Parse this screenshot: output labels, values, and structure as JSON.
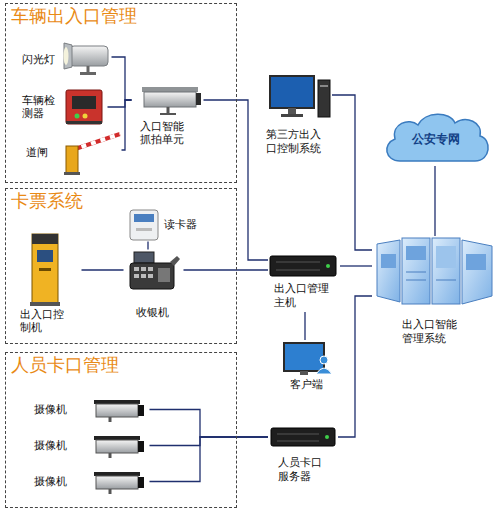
{
  "diagram": {
    "nodes": [
      {
        "text": [
          "车辆出入口管理"
        ]
      },
      {
        "text": [
          "闪光灯"
        ],
        "in": 0
      },
      {
        "text": [
          "车辆检测器"
        ],
        "in": 0
      },
      {
        "text": [
          "道闸"
        ],
        "in": 0
      },
      {
        "text": [
          "入口智能抓拍单元"
        ],
        "in": 0
      },
      {
        "text": [
          "第三方出入口控制系统"
        ]
      },
      {
        "text": [
          "公安专网"
        ]
      },
      {
        "text": [
          "卡票系统"
        ]
      },
      {
        "text": [
          "读卡器"
        ],
        "in": 7
      },
      {
        "text": [
          "出入口控制机"
        ],
        "in": 7
      },
      {
        "text": [
          "收银机"
        ],
        "in": 7
      },
      {
        "text": [
          "出入口管理主机"
        ]
      },
      {
        "text": [
          "出入口智能管理系统"
        ]
      },
      {
        "text": [
          "客户端"
        ]
      },
      {
        "text": [
          "人员卡口管理"
        ]
      },
      {
        "text": [
          "摄像机"
        ],
        "in": 14
      },
      {
        "text": [
          "摄像机"
        ],
        "in": 14
      },
      {
        "text": [
          "摄像机"
        ],
        "in": 14
      },
      {
        "text": [
          "人员卡口服务器"
        ]
      }
    ],
    "edges": [
      {
        "from": 1,
        "to": 4,
        "arrow": "none"
      },
      {
        "from": 2,
        "to": 4,
        "arrow": "none"
      },
      {
        "from": 3,
        "to": 4,
        "arrow": "none"
      },
      {
        "from": 4,
        "to": 11,
        "arrow": "none"
      },
      {
        "from": 5,
        "to": 12,
        "arrow": "none"
      },
      {
        "from": 6,
        "to": 12,
        "arrow": "none"
      },
      {
        "from": 8,
        "to": 10,
        "arrow": "none"
      },
      {
        "from": 9,
        "to": 10,
        "arrow": "none"
      },
      {
        "from": 10,
        "to": 11,
        "arrow": "none"
      },
      {
        "from": 11,
        "to": 12,
        "arrow": "none"
      },
      {
        "from": 11,
        "to": 13,
        "arrow": "none"
      },
      {
        "from": 15,
        "to": 18,
        "arrow": "none"
      },
      {
        "from": 16,
        "to": 18,
        "arrow": "none"
      },
      {
        "from": 17,
        "to": 18,
        "arrow": "none"
      },
      {
        "from": 18,
        "to": 12,
        "arrow": "none"
      }
    ]
  }
}
